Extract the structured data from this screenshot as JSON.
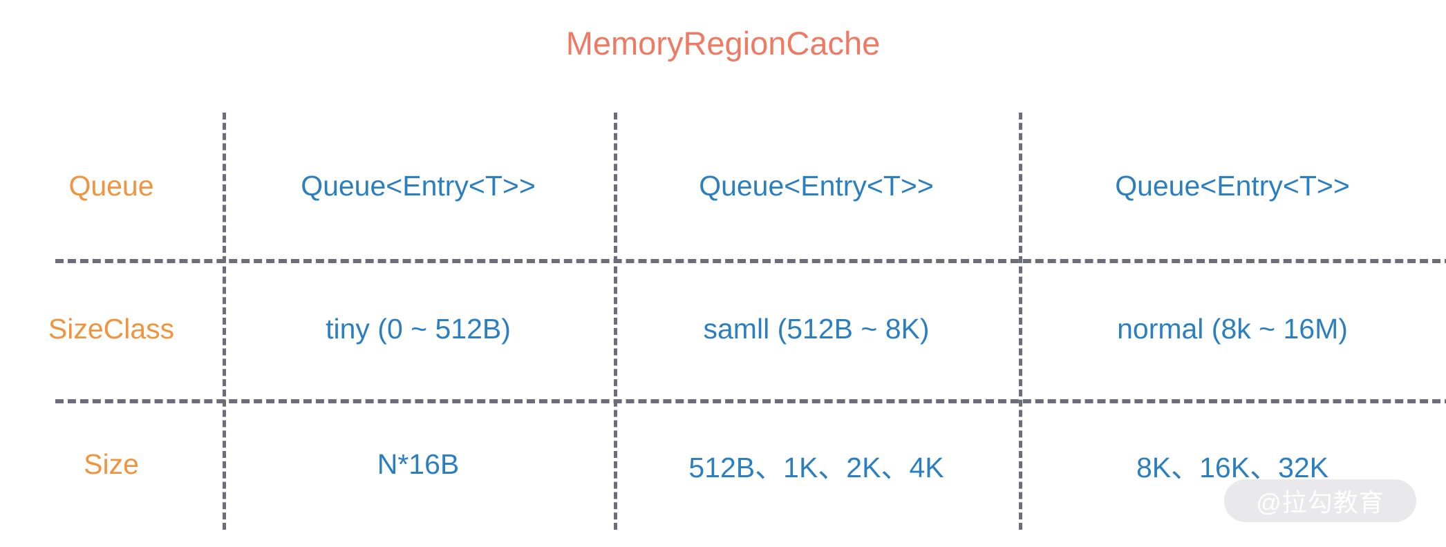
{
  "title": "MemoryRegionCache",
  "colors": {
    "title": "#ee7a63",
    "row_label": "#f0943f",
    "cell_value": "#2b7fc0",
    "grid_line": "#6c6c7a",
    "background": "#ffffff"
  },
  "table": {
    "rows": [
      {
        "label": "Queue",
        "cells": [
          "Queue<Entry<T>>",
          "Queue<Entry<T>>",
          "Queue<Entry<T>>"
        ]
      },
      {
        "label": "SizeClass",
        "cells": [
          "tiny (0 ~ 512B)",
          "samll (512B ~ 8K)",
          "normal (8k ~ 16M)"
        ]
      },
      {
        "label": "Size",
        "cells": [
          "N*16B",
          "512B、1K、2K、4K",
          "8K、16K、32K"
        ]
      }
    ]
  },
  "watermark": {
    "text": "@拉勾教育"
  }
}
